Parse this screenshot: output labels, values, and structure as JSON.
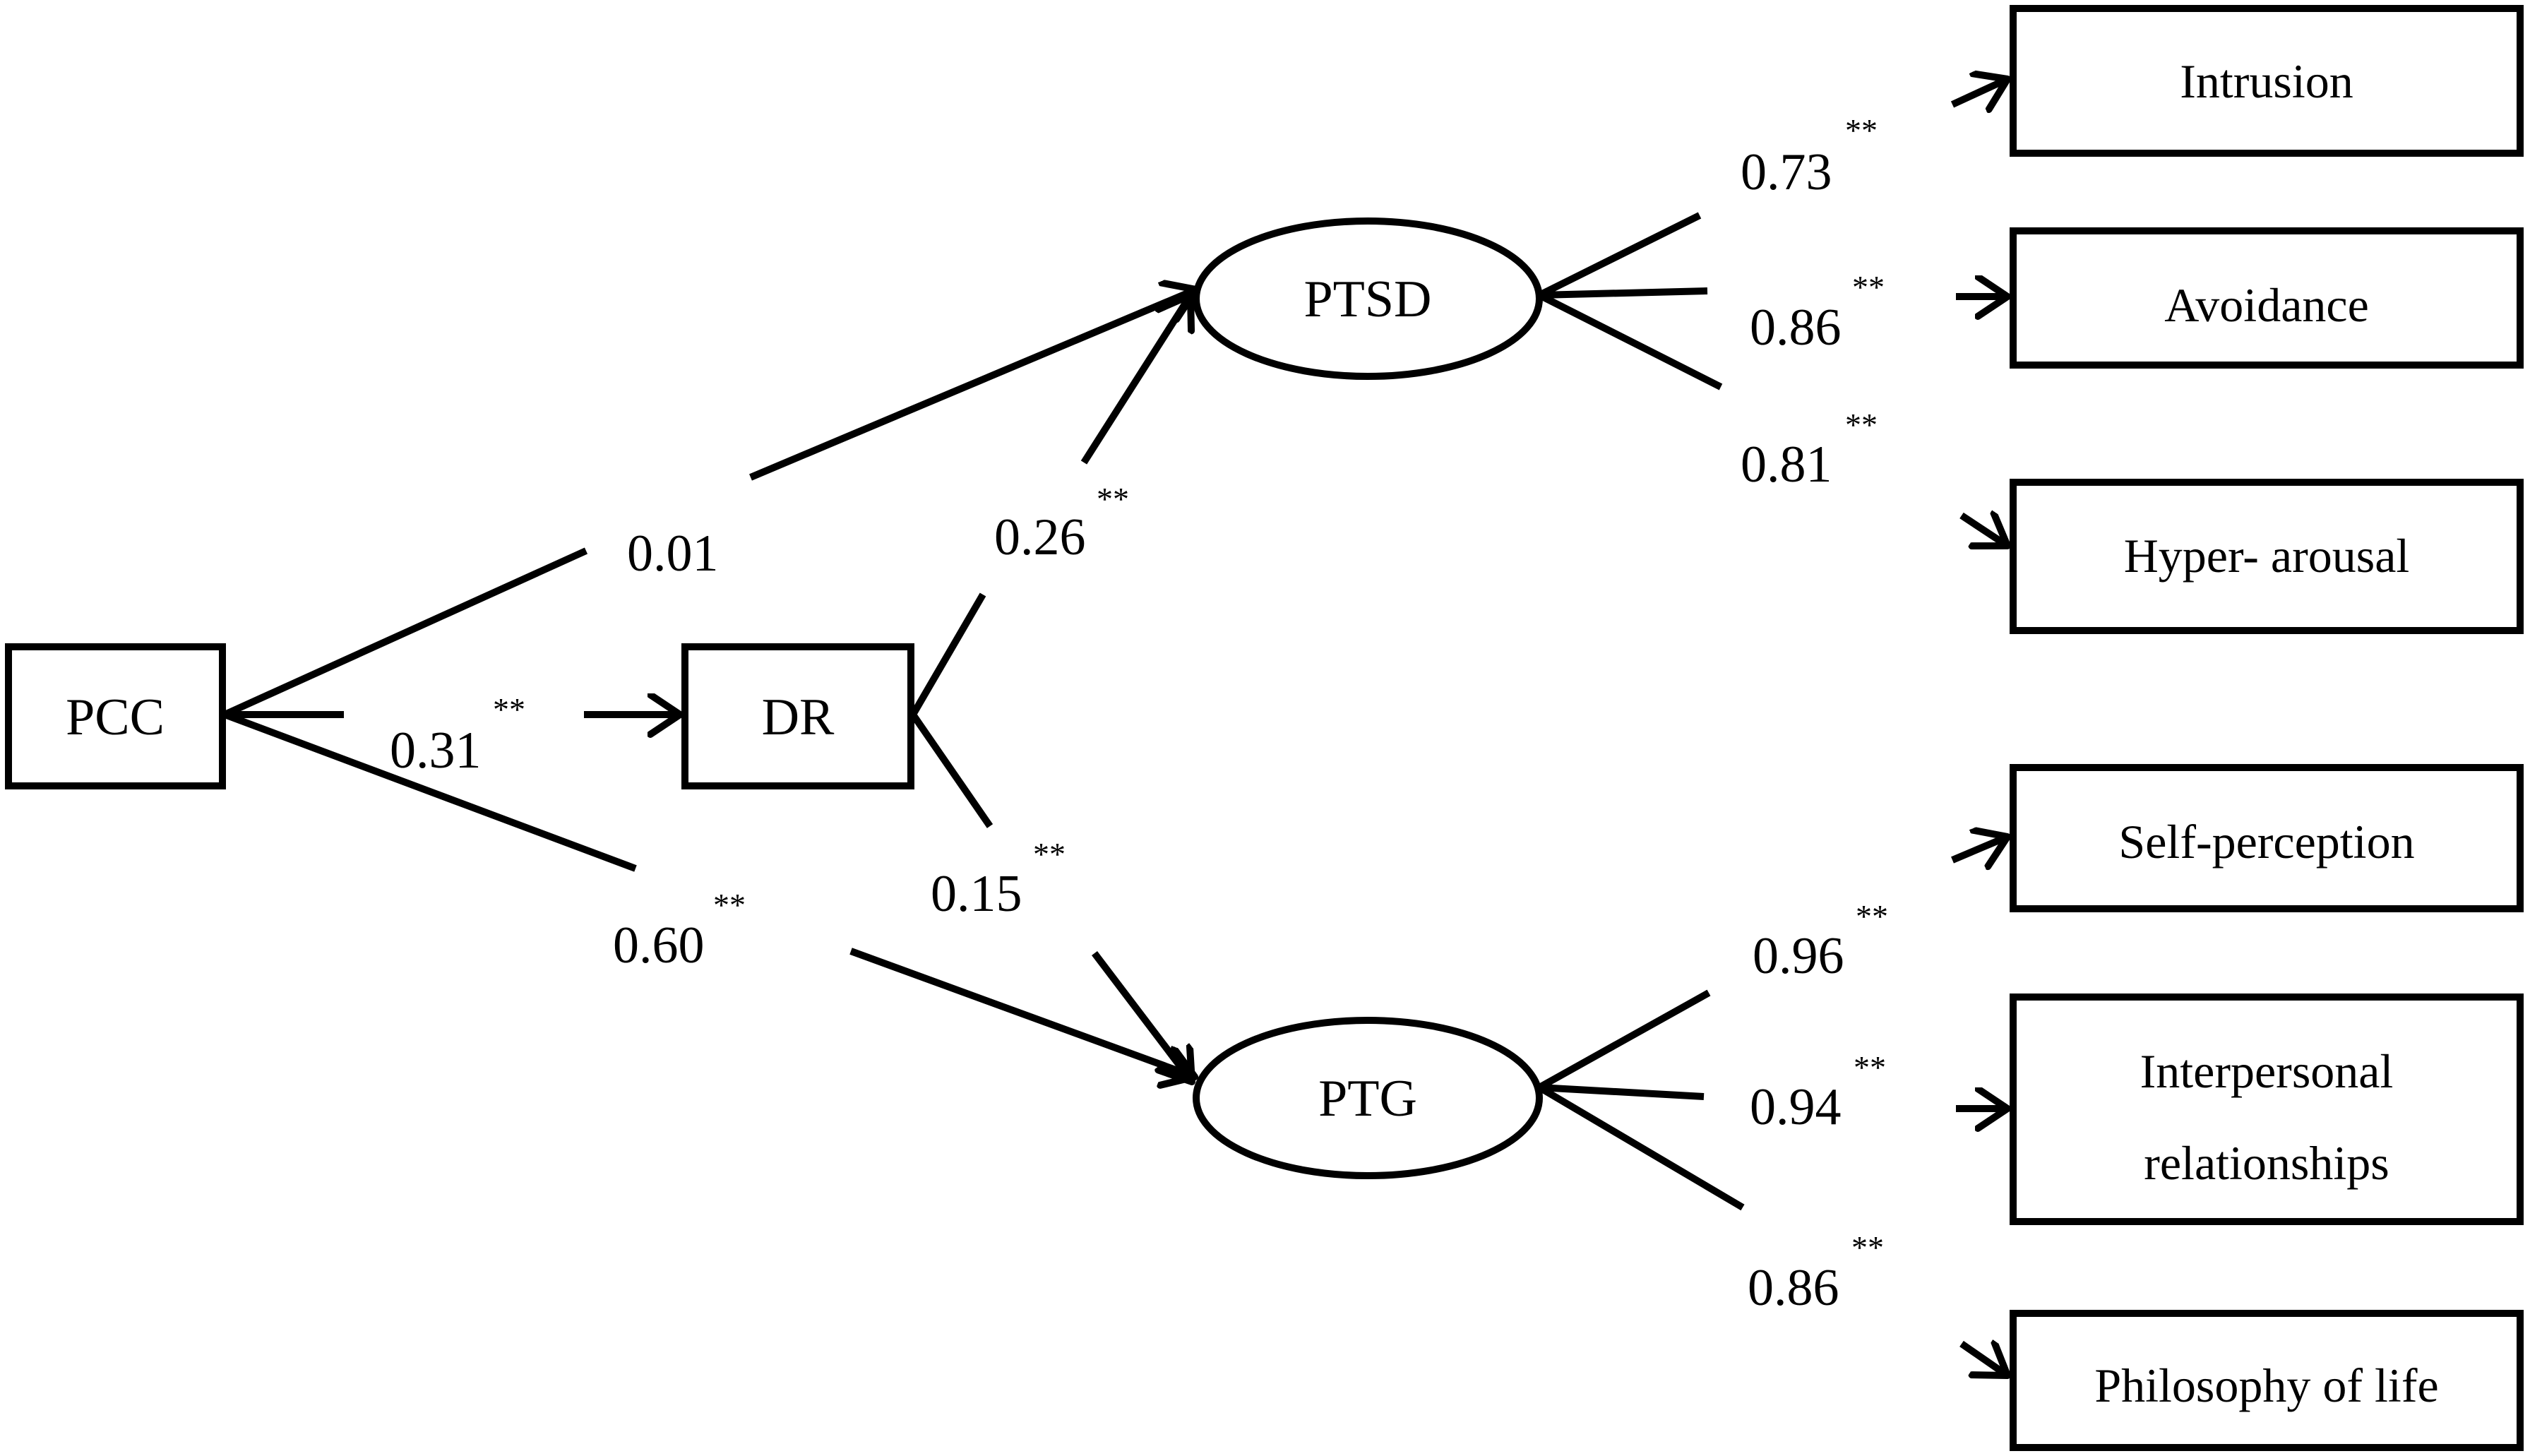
{
  "nodes": {
    "pcc": "PCC",
    "dr": "DR",
    "ptsd": "PTSD",
    "ptg": "PTG"
  },
  "indicators": {
    "intrusion": "Intrusion",
    "avoidance": "Avoidance",
    "hyperarousal": "Hyper- arousal",
    "self_perception": "Self-perception",
    "interpersonal_line1": "Interpersonal",
    "interpersonal_line2": "relationships",
    "philosophy": "Philosophy of life"
  },
  "paths": {
    "pcc_ptsd": {
      "value": "0.01",
      "sig": ""
    },
    "pcc_dr": {
      "value": "0.31",
      "sig": "**"
    },
    "pcc_ptg": {
      "value": "0.60",
      "sig": "**"
    },
    "dr_ptsd": {
      "value": "0.26",
      "sig": "**"
    },
    "dr_ptg": {
      "value": "0.15",
      "sig": "**"
    }
  },
  "loadings": {
    "intrusion": {
      "value": "0.73",
      "sig": "**"
    },
    "avoidance": {
      "value": "0.86",
      "sig": "**"
    },
    "hyperarousal": {
      "value": "0.81",
      "sig": "**"
    },
    "self_perception": {
      "value": "0.96",
      "sig": "**"
    },
    "interpersonal": {
      "value": "0.94",
      "sig": "**"
    },
    "philosophy": {
      "value": "0.86",
      "sig": "**"
    }
  }
}
